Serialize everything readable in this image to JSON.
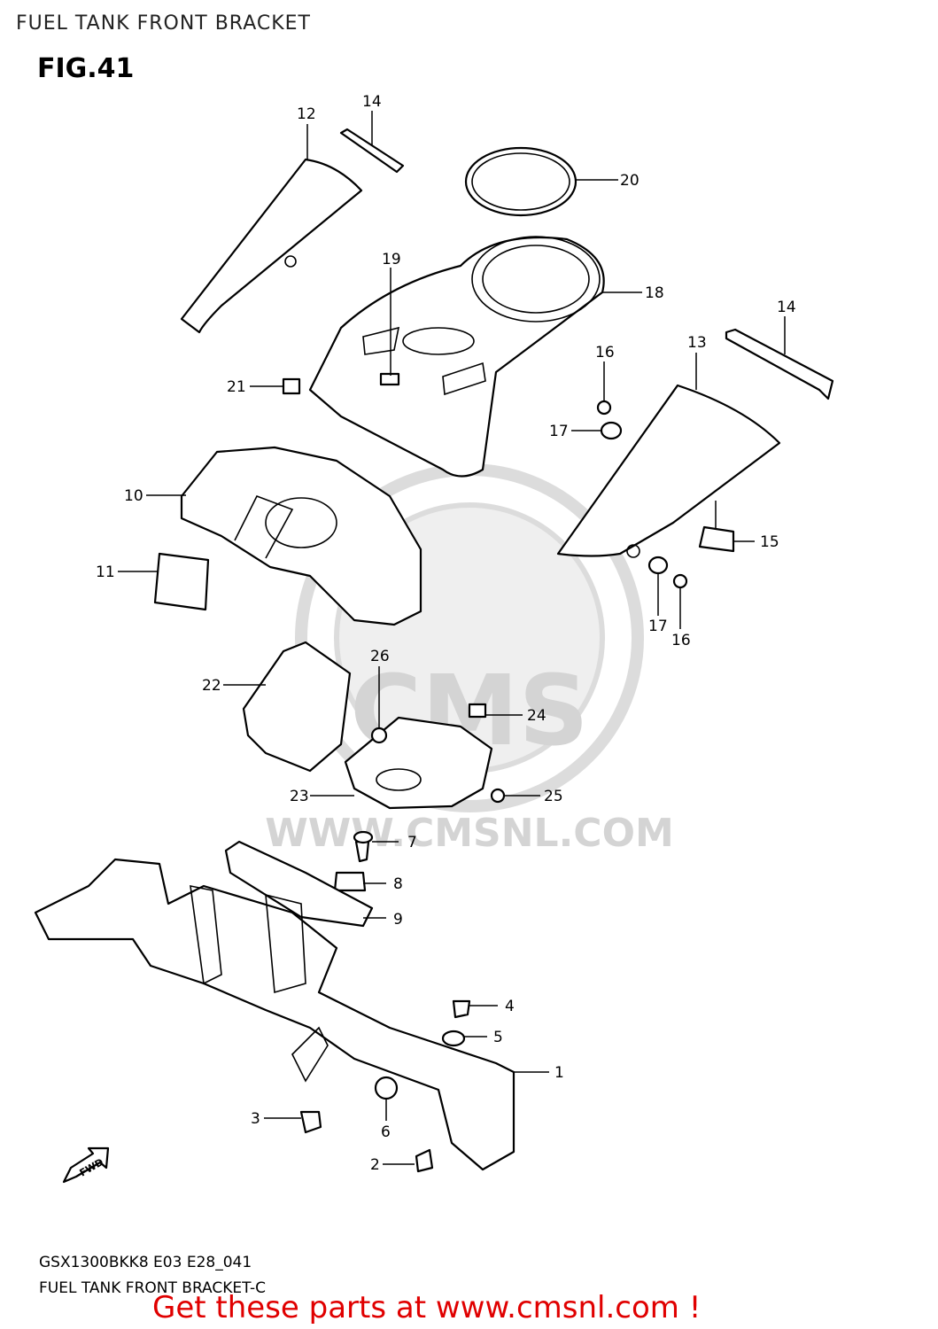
{
  "header": {
    "title": "FUEL TANK FRONT BRACKET",
    "figure": "FIG.41"
  },
  "watermark": {
    "text": "WWW.CMSNL.COM",
    "logo": "CMS"
  },
  "parts": [
    {
      "num": "1"
    },
    {
      "num": "2"
    },
    {
      "num": "3"
    },
    {
      "num": "4"
    },
    {
      "num": "5"
    },
    {
      "num": "6"
    },
    {
      "num": "7"
    },
    {
      "num": "8"
    },
    {
      "num": "9"
    },
    {
      "num": "10"
    },
    {
      "num": "11"
    },
    {
      "num": "12"
    },
    {
      "num": "13"
    },
    {
      "num": "14"
    },
    {
      "num": "14"
    },
    {
      "num": "15"
    },
    {
      "num": "16"
    },
    {
      "num": "16"
    },
    {
      "num": "17"
    },
    {
      "num": "17"
    },
    {
      "num": "18"
    },
    {
      "num": "19"
    },
    {
      "num": "20"
    },
    {
      "num": "21"
    },
    {
      "num": "22"
    },
    {
      "num": "23"
    },
    {
      "num": "24"
    },
    {
      "num": "25"
    },
    {
      "num": "26"
    }
  ],
  "direction_arrow": "FWD",
  "footer": {
    "model_code": "GSX1300BKK8 E03 E28_041",
    "caption": "FUEL TANK FRONT BRACKET-C",
    "promo": "Get these parts at www.cmsnl.com !"
  },
  "colors": {
    "promo": "#e00000",
    "watermark": "#d8d8d8"
  }
}
